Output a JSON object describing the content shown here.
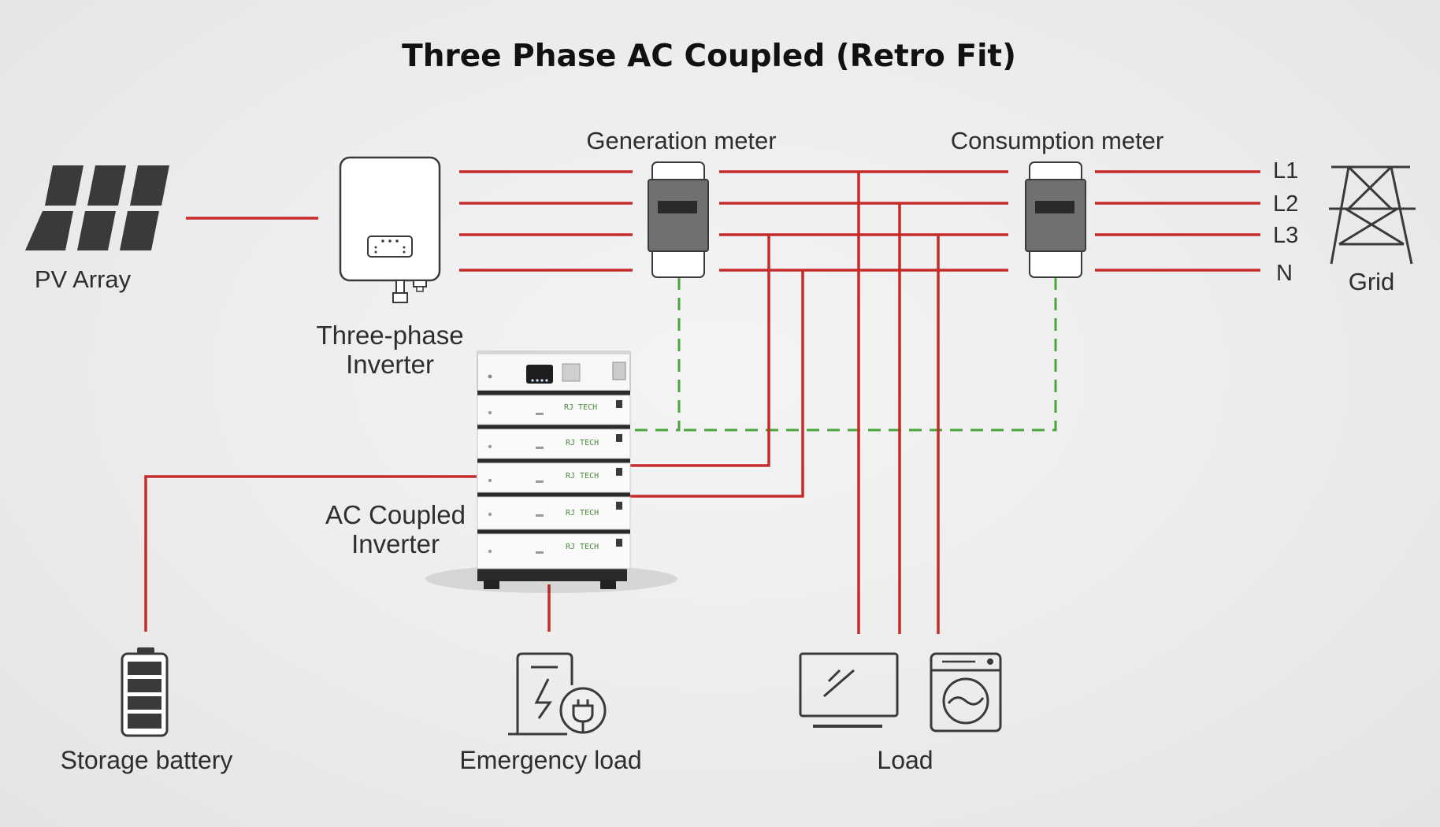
{
  "title": "Three Phase AC Coupled (Retro Fit)",
  "labels": {
    "pv_array": "PV Array",
    "three_phase_inverter_line1": "Three-phase",
    "three_phase_inverter_line2": "Inverter",
    "generation_meter": "Generation meter",
    "consumption_meter": "Consumption meter",
    "ac_coupled_inverter_line1": "AC Coupled",
    "ac_coupled_inverter_line2": "Inverter",
    "storage_battery": "Storage battery",
    "emergency_load": "Emergency load",
    "load": "Load",
    "grid": "Grid"
  },
  "phases": [
    "L1",
    "L2",
    "L3",
    "N"
  ],
  "battery_brand": "RJ TECH",
  "colors": {
    "ac_wire": "#c62a2a",
    "comm_wire": "#4aa53c",
    "icon": "#3a3a3a",
    "meter_body": "#707070"
  },
  "icons": {
    "pv_array": "solar-panel-icon",
    "grid": "transmission-tower-icon",
    "storage_battery": "battery-icon",
    "emergency_load": "ev-charger-icon",
    "load_tv": "monitor-icon",
    "load_washer": "washing-machine-icon"
  }
}
